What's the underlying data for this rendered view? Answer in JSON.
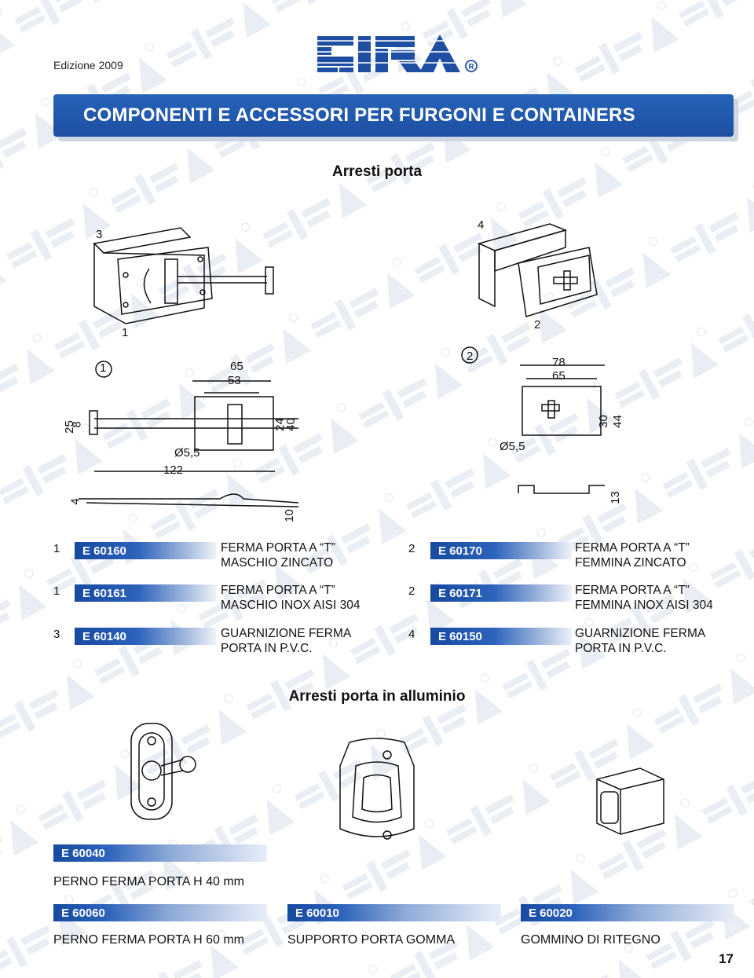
{
  "header": {
    "edition": "Edizione 2009",
    "brand": "SIRA",
    "registered_mark": "®"
  },
  "banner": {
    "title": "COMPONENTI E ACCESSORI PER FURGONI E CONTAINERS"
  },
  "section1": {
    "title": "Arresti porta",
    "callouts": {
      "left_3": "3",
      "left_1": "1",
      "right_4": "4",
      "right_2": "2",
      "circled_left": "1",
      "circled_right": "2"
    },
    "dims_left": [
      "65",
      "53",
      "25",
      "8",
      "24",
      "40",
      "Ø5,5",
      "122",
      "4",
      "10"
    ],
    "dims_right": [
      "78",
      "65",
      "30",
      "44",
      "Ø5,5",
      "13"
    ]
  },
  "products": [
    {
      "num": "1",
      "code": "E 60160",
      "desc_line1": "FERMA PORTA A  “T”",
      "desc_line2": "MASCHIO ZINCATO"
    },
    {
      "num": "2",
      "code": "E 60170",
      "desc_line1": "FERMA PORTA A  “T”",
      "desc_line2": "FEMMINA ZINCATO"
    },
    {
      "num": "1",
      "code": "E 60161",
      "desc_line1": "FERMA PORTA A  “T”",
      "desc_line2": "MASCHIO INOX AISI 304"
    },
    {
      "num": "2",
      "code": "E 60171",
      "desc_line1": "FERMA PORTA A  “T”",
      "desc_line2": "FEMMINA INOX AISI 304"
    },
    {
      "num": "3",
      "code": "E 60140",
      "desc_line1": "GUARNIZIONE FERMA",
      "desc_line2": "PORTA IN P.V.C."
    },
    {
      "num": "4",
      "code": "E 60150",
      "desc_line1": "GUARNIZIONE FERMA",
      "desc_line2": "PORTA IN P.V.C."
    }
  ],
  "section2": {
    "title": "Arresti porta in alluminio",
    "items": [
      {
        "code": "E 60040",
        "desc": "PERNO FERMA PORTA H 40 mm"
      },
      {
        "code": "E 60060",
        "desc": "PERNO FERMA PORTA H 60 mm"
      },
      {
        "code": "E 60010",
        "desc": "SUPPORTO PORTA GOMMA"
      },
      {
        "code": "E 60020",
        "desc": "GOMMINO DI RITEGNO"
      }
    ]
  },
  "footer": {
    "page_number": "17"
  },
  "colors": {
    "banner_blue": "#1e4fa3",
    "code_blue": "#174aa0",
    "watermark": "#e4e9f2"
  }
}
